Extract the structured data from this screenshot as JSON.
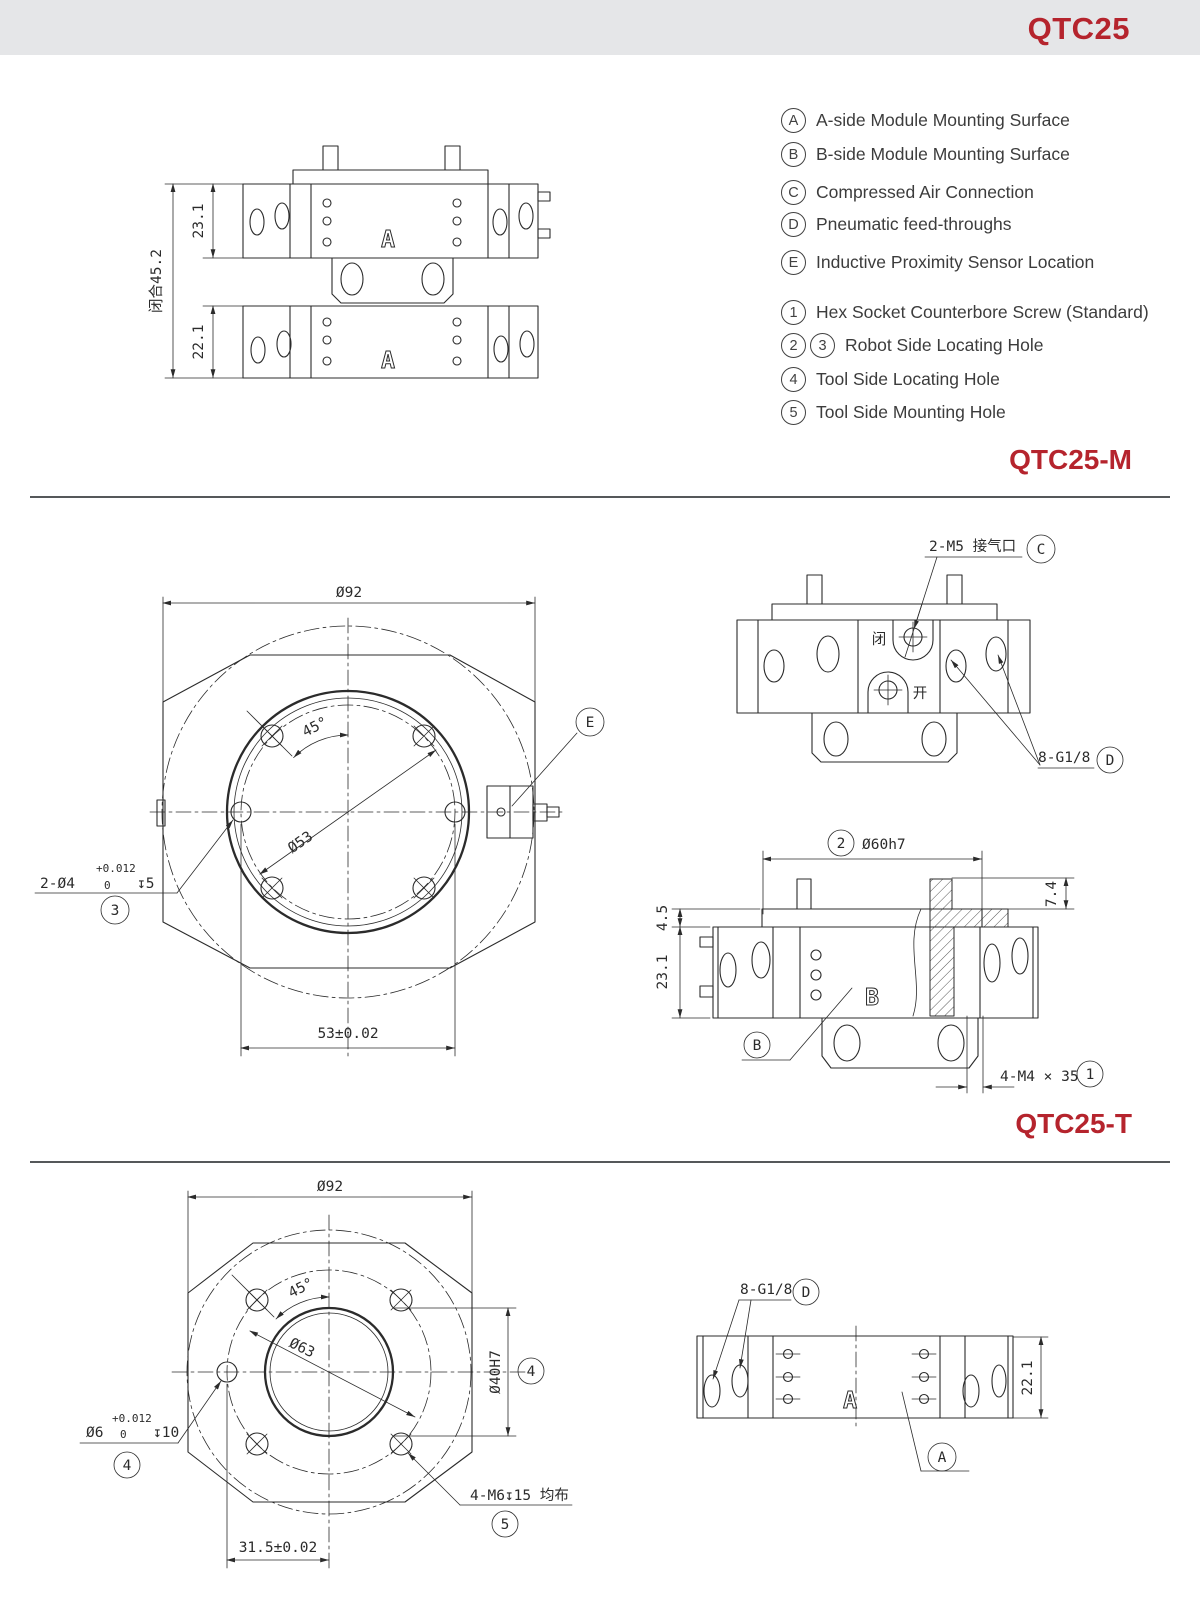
{
  "page": {
    "title": "QTC25",
    "section_m": "QTC25-M",
    "section_t": "QTC25-T"
  },
  "legend": {
    "items": [
      {
        "key": "A",
        "label": "A-side Module Mounting Surface"
      },
      {
        "key": "B",
        "label": "B-side Module Mounting Surface"
      },
      {
        "key": "C",
        "label": "Compressed Air Connection"
      },
      {
        "key": "D",
        "label": "Pneumatic feed-throughs"
      },
      {
        "key": "E",
        "label": "Inductive Proximity Sensor Location"
      },
      {
        "key": "1",
        "label": "Hex Socket Counterbore Screw (Standard)"
      },
      {
        "key": "2",
        "key2": "3",
        "label": "Robot Side Locating Hole"
      },
      {
        "key": "4",
        "label": "Tool Side Locating Hole"
      },
      {
        "key": "5",
        "label": "Tool Side Mounting Hole"
      }
    ]
  },
  "overview": {
    "dim_upper": "23.1",
    "dim_overall": "闭合45.2",
    "dim_lower": "22.1",
    "surface_upper": "A",
    "surface_lower": "A"
  },
  "m_front": {
    "dim_outer": "Ø92",
    "dim_angle": "45°",
    "dim_bolt_circle": "Ø53",
    "callout_e": "E",
    "hole_label": "2-Ø4",
    "tol_plus": "+0.012",
    "tol_zero": "0",
    "depth": "↧5",
    "callout_3": "3",
    "dim_span": "53±0.02"
  },
  "m_top": {
    "port_label": "2-M5 接气口",
    "callout_c": "C",
    "state_closed": "闭",
    "state_open": "开",
    "fitting_label": "8-G1/8",
    "callout_d": "D"
  },
  "m_side": {
    "callout_2": "2",
    "dim_pilot": "Ø60h7",
    "dim_head": "7.4",
    "dim_plate": "4.5",
    "dim_body": "23.1",
    "surface": "B",
    "callout_b": "B",
    "screw_label": "4-M4 × 35",
    "callout_1": "1"
  },
  "t_front": {
    "dim_outer": "Ø92",
    "dim_angle": "45°",
    "dim_bore": "Ø63",
    "dim_pilot": "Ø40H7",
    "callout_pilot": "4",
    "hole_label": "Ø6",
    "tol_plus": "+0.012",
    "tol_zero": "0",
    "depth": "↧10",
    "callout_4": "4",
    "thread_label": "4-M6↧15 均布",
    "callout_5": "5",
    "dim_span": "31.5±0.02"
  },
  "t_side": {
    "fitting_label": "8-G1/8",
    "callout_d": "D",
    "surface": "A",
    "dim_height": "22.1",
    "callout_a": "A"
  }
}
